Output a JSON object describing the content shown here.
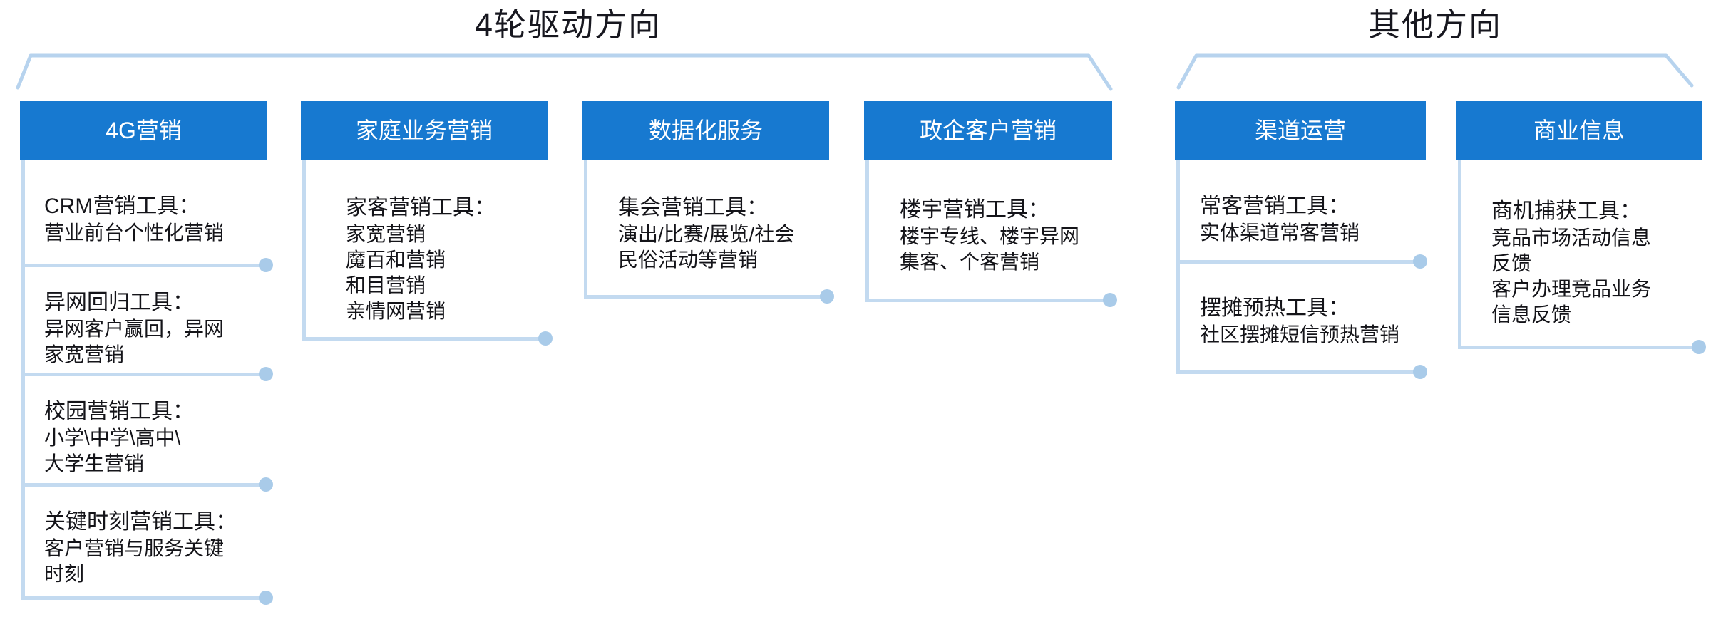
{
  "groups": [
    {
      "title": "4轮驱动方向"
    },
    {
      "title": "其他方向"
    }
  ],
  "colors": {
    "header_blue": "#1779D0",
    "connector_line_blue": "#C3DAF0",
    "connector_dot_blue": "#A9CBE9",
    "bracket_blue": "#B7D3EE",
    "title_text": "#17171F",
    "body_text": "#141419",
    "header_text": "#FFFFFF"
  },
  "columns": [
    {
      "header": "4G营销",
      "items": [
        {
          "title": "CRM营销工具：",
          "lines": [
            "营业前台个性化营销"
          ]
        },
        {
          "title": "异网回归工具：",
          "lines": [
            "异网客户赢回，异网",
            "家宽营销"
          ]
        },
        {
          "title": "校园营销工具：",
          "lines": [
            "小学\\中学\\高中\\",
            "大学生营销"
          ]
        },
        {
          "title": "关键时刻营销工具：",
          "lines": [
            "客户营销与服务关键",
            "时刻"
          ]
        }
      ]
    },
    {
      "header": "家庭业务营销",
      "items": [
        {
          "title": "家客营销工具：",
          "lines": [
            "家宽营销",
            "魔百和营销",
            "和目营销",
            "亲情网营销"
          ]
        }
      ]
    },
    {
      "header": "数据化服务",
      "items": [
        {
          "title": "集会营销工具：",
          "lines": [
            "演出/比赛/展览/社会",
            "民俗活动等营销"
          ]
        }
      ]
    },
    {
      "header": "政企客户营销",
      "items": [
        {
          "title": "楼宇营销工具：",
          "lines": [
            "楼宇专线、楼宇异网",
            "集客、个客营销"
          ]
        }
      ]
    },
    {
      "header": "渠道运营",
      "items": [
        {
          "title": "常客营销工具：",
          "lines": [
            "实体渠道常客营销"
          ]
        },
        {
          "title": "摆摊预热工具：",
          "lines": [
            "社区摆摊短信预热营销"
          ]
        }
      ]
    },
    {
      "header": "商业信息",
      "items": [
        {
          "title": "商机捕获工具：",
          "lines": [
            "竞品市场活动信息",
            "反馈",
            "客户办理竞品业务",
            "信息反馈"
          ]
        }
      ]
    }
  ]
}
